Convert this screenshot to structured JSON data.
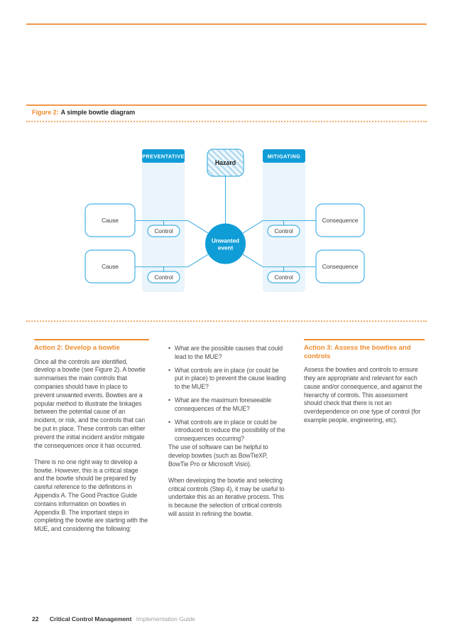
{
  "figure": {
    "label": "Figure 2:",
    "title": "A simple bowtie diagram"
  },
  "diagram": {
    "preventative": "PREVENTATIVE",
    "mitigating": "MITIGATING",
    "hazard": "Hazard",
    "cause_top": "Cause",
    "cause_bottom": "Cause",
    "control_left_top": "Control",
    "control_left_bottom": "Control",
    "control_right_top": "Control",
    "control_right_bottom": "Control",
    "unwanted_line1": "Unwanted",
    "unwanted_line2": "event",
    "consequence_top": "Consequence",
    "consequence_bottom": "Consequence"
  },
  "columns": {
    "action2": {
      "heading": "Action 2: Develop a bowtie",
      "para1": "Once all the controls are identified, develop a bowtie (see Figure 2). A bowtie summarises the main controls that companies should have in place to prevent unwanted events. Bowties are a popular method to illustrate the linkages between the potential cause of an incident, or risk, and the controls that can be put in place. These controls can either prevent the initial incident and/or mitigate the consequences once it has occurred.",
      "para2": "There is no one right way to develop a bowtie. However, this is a critical stage and the bowtie should be prepared by careful reference to the definitions in Appendix A. The Good Practice Guide contains information on bowties in Appendix B. The important steps in completing the bowtie are starting with the MUE, and considering the following:"
    },
    "middle": {
      "bullet_char": "•",
      "bullets": [
        "What are the possible causes that could lead to the MUE?",
        "What controls are in place (or could be put in place) to prevent the cause leading to the MUE?",
        "What are the maximum foreseeable consequences of the MUE?",
        "What controls are in place or could be introduced to reduce the possibility of the consequences occurring?"
      ],
      "para1": "The use of software can be helpful to develop bowties (such as BowTieXP, BowTie Pro or Microsoft Visio).",
      "para2": "When developing the bowtie and selecting critical controls (Step 4), it may be useful to undertake this as an iterative process. This is because the selection of critical controls will assist in refining the bowtie."
    },
    "action3": {
      "heading": "Action 3: Assess the bowties and controls",
      "para1": "Assess the bowties and controls to ensure they are appropriate and relevant for each cause and/or consequence, and against the hierarchy of controls. This assessment should check that there is not an overdependence on one type of control (for example people, engineering, etc)."
    }
  },
  "footer": {
    "page_number": "22",
    "title": "Critical Control Management",
    "subtitle": "Implementation Guide"
  },
  "colors": {
    "heading_orange": "#ee8c2e",
    "rule_orange": "#f0984a",
    "diagram_blue_fill": "#0f9dd7",
    "diagram_blue_stroke": "#44b0e2",
    "diagram_panel_blue": "#e9f4fb",
    "body_text": "#4b4b4d"
  }
}
